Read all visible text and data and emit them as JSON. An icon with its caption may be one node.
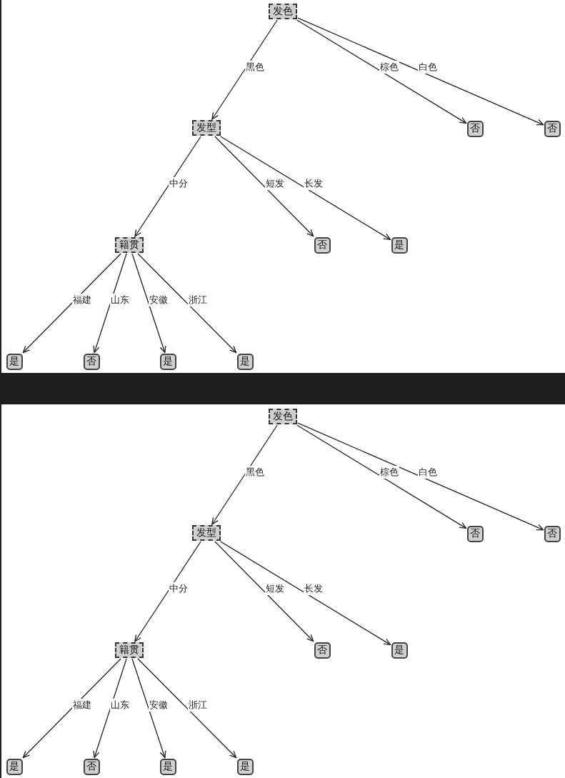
{
  "diagram": {
    "nodes": [
      {
        "text": [
          "发色"
        ]
      },
      {
        "text": [
          "发型"
        ]
      },
      {
        "text": [
          "否"
        ]
      },
      {
        "text": [
          "否"
        ]
      },
      {
        "text": [
          "籍贯"
        ]
      },
      {
        "text": [
          "否"
        ]
      },
      {
        "text": [
          "是"
        ]
      },
      {
        "text": [
          "是"
        ]
      },
      {
        "text": [
          "否"
        ]
      },
      {
        "text": [
          "是"
        ]
      },
      {
        "text": [
          "是"
        ]
      },
      {
        "text": [],
        "shape": "bar"
      },
      {
        "text": [
          "发色"
        ]
      },
      {
        "text": [
          "发型"
        ]
      },
      {
        "text": [
          "否"
        ]
      },
      {
        "text": [
          "否"
        ]
      },
      {
        "text": [
          "籍贯"
        ]
      },
      {
        "text": [
          "否"
        ]
      },
      {
        "text": [
          "是"
        ]
      },
      {
        "text": [
          "是"
        ]
      },
      {
        "text": [
          "否"
        ]
      },
      {
        "text": [
          "是"
        ]
      },
      {
        "text": [
          "是"
        ]
      }
    ],
    "edges": [
      {
        "from": 0,
        "to": 1,
        "arrow": "to",
        "label": "黑色"
      },
      {
        "from": 0,
        "to": 2,
        "arrow": "to",
        "label": "棕色"
      },
      {
        "from": 0,
        "to": 3,
        "arrow": "to",
        "label": "白色"
      },
      {
        "from": 1,
        "to": 4,
        "arrow": "to",
        "label": "中分"
      },
      {
        "from": 1,
        "to": 5,
        "arrow": "to",
        "label": "短发"
      },
      {
        "from": 1,
        "to": 6,
        "arrow": "to",
        "label": "长发"
      },
      {
        "from": 4,
        "to": 7,
        "arrow": "to",
        "label": "福建"
      },
      {
        "from": 4,
        "to": 8,
        "arrow": "to",
        "label": "山东"
      },
      {
        "from": 4,
        "to": 9,
        "arrow": "to",
        "label": "安徽"
      },
      {
        "from": 4,
        "to": 10,
        "arrow": "to",
        "label": "浙江"
      },
      {
        "from": 12,
        "to": 13,
        "arrow": "to",
        "label": "黑色"
      },
      {
        "from": 12,
        "to": 14,
        "arrow": "to",
        "label": "棕色"
      },
      {
        "from": 12,
        "to": 15,
        "arrow": "to",
        "label": "白色"
      },
      {
        "from": 13,
        "to": 16,
        "arrow": "to",
        "label": "中分"
      },
      {
        "from": 13,
        "to": 17,
        "arrow": "to",
        "label": "短发"
      },
      {
        "from": 13,
        "to": 18,
        "arrow": "to",
        "label": "长发"
      },
      {
        "from": 16,
        "to": 19,
        "arrow": "to",
        "label": "福建"
      },
      {
        "from": 16,
        "to": 20,
        "arrow": "to",
        "label": "山东"
      },
      {
        "from": 16,
        "to": 21,
        "arrow": "to",
        "label": "安徽"
      },
      {
        "from": 16,
        "to": 22,
        "arrow": "to",
        "label": "浙江"
      }
    ]
  }
}
